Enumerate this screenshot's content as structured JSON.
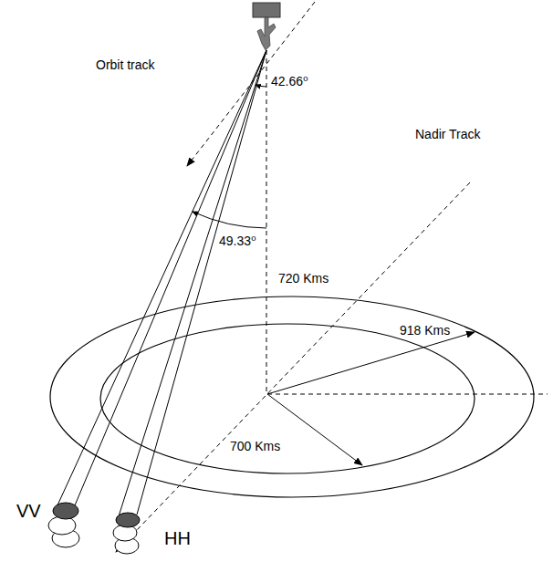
{
  "diagram": {
    "labels": [
      "Orbit track",
      "42.66⁰",
      "49.33⁰",
      "720 Kms",
      "Nadir Track",
      "918 Kms",
      "VV",
      "HH",
      "700 Kms"
    ]
  }
}
